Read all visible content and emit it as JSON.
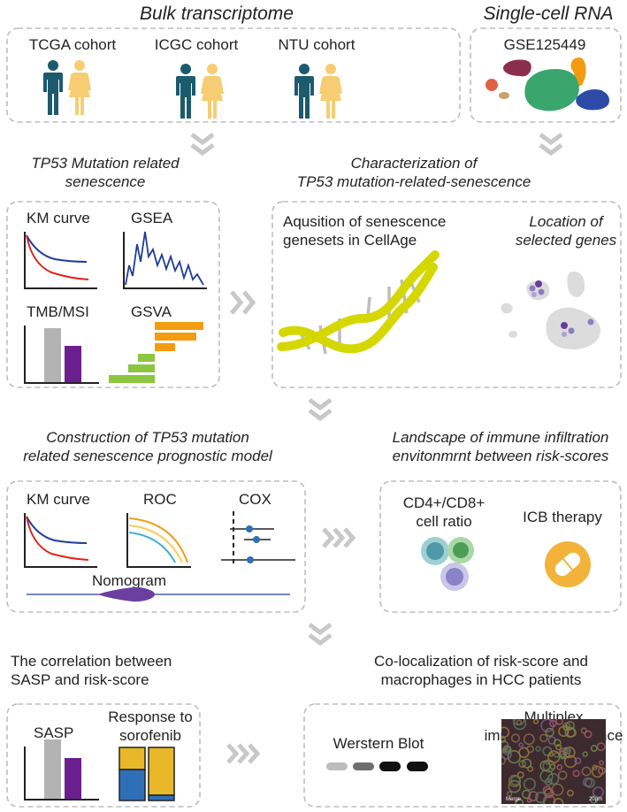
{
  "header": {
    "bulk": "Bulk transcriptome",
    "single": "Single-cell RNA"
  },
  "cohorts": {
    "tcga": "TCGA cohort",
    "icgc": "ICGC cohort",
    "ntu": "NTU cohort",
    "gse": "GSE125449"
  },
  "section1": {
    "left_title_1": "TP53 Mutation related",
    "left_title_2": "senescence",
    "right_title_1": "Characterization of",
    "right_title_2": "TP53 mutation-related-senescence",
    "km": "KM curve",
    "gsea": "GSEA",
    "tmb": "TMB/MSI",
    "gsva": "GSVA",
    "acq_1": "Aqusition of senescence",
    "acq_2": "genesets in CellAge",
    "loc_1": "Location of",
    "loc_2": "selected genes"
  },
  "section2": {
    "left_title_1": "Construction of TP53 mutation",
    "left_title_2": "related senescence prognostic model",
    "right_title_1": "Landscape of immune infiltration",
    "right_title_2": "envitonmrnt between risk-scores",
    "km": "KM curve",
    "roc": "ROC",
    "cox": "COX",
    "nomogram": "Nomogram",
    "cd_1": "CD4+/CD8+",
    "cd_2": "cell ratio",
    "icb": "ICB therapy"
  },
  "section3": {
    "left_title_1": "The correlation between",
    "left_title_2": "SASP and risk-score",
    "right_title_1": "Co-localization of risk-score and",
    "right_title_2": "macrophages in HCC patients",
    "sasp": "SASP",
    "resp_1": "Response to",
    "resp_2": "sorofenib",
    "wb": "Werstern Blot",
    "mif_1": "Multiplex",
    "mif_2": "immunofluorescence",
    "merge": "Merge",
    "scale": "20μm"
  },
  "colors": {
    "male": "#1c5a6e",
    "female": "#f6cd73",
    "bar_gray": "#b3b3b3",
    "bar_purple": "#6b1f8e",
    "orange": "#f39c12",
    "green": "#8cc53f",
    "blue": "#1f3d99",
    "red": "#e2231a",
    "dna": "#d4d800",
    "chevron": "#c8c8c8"
  }
}
